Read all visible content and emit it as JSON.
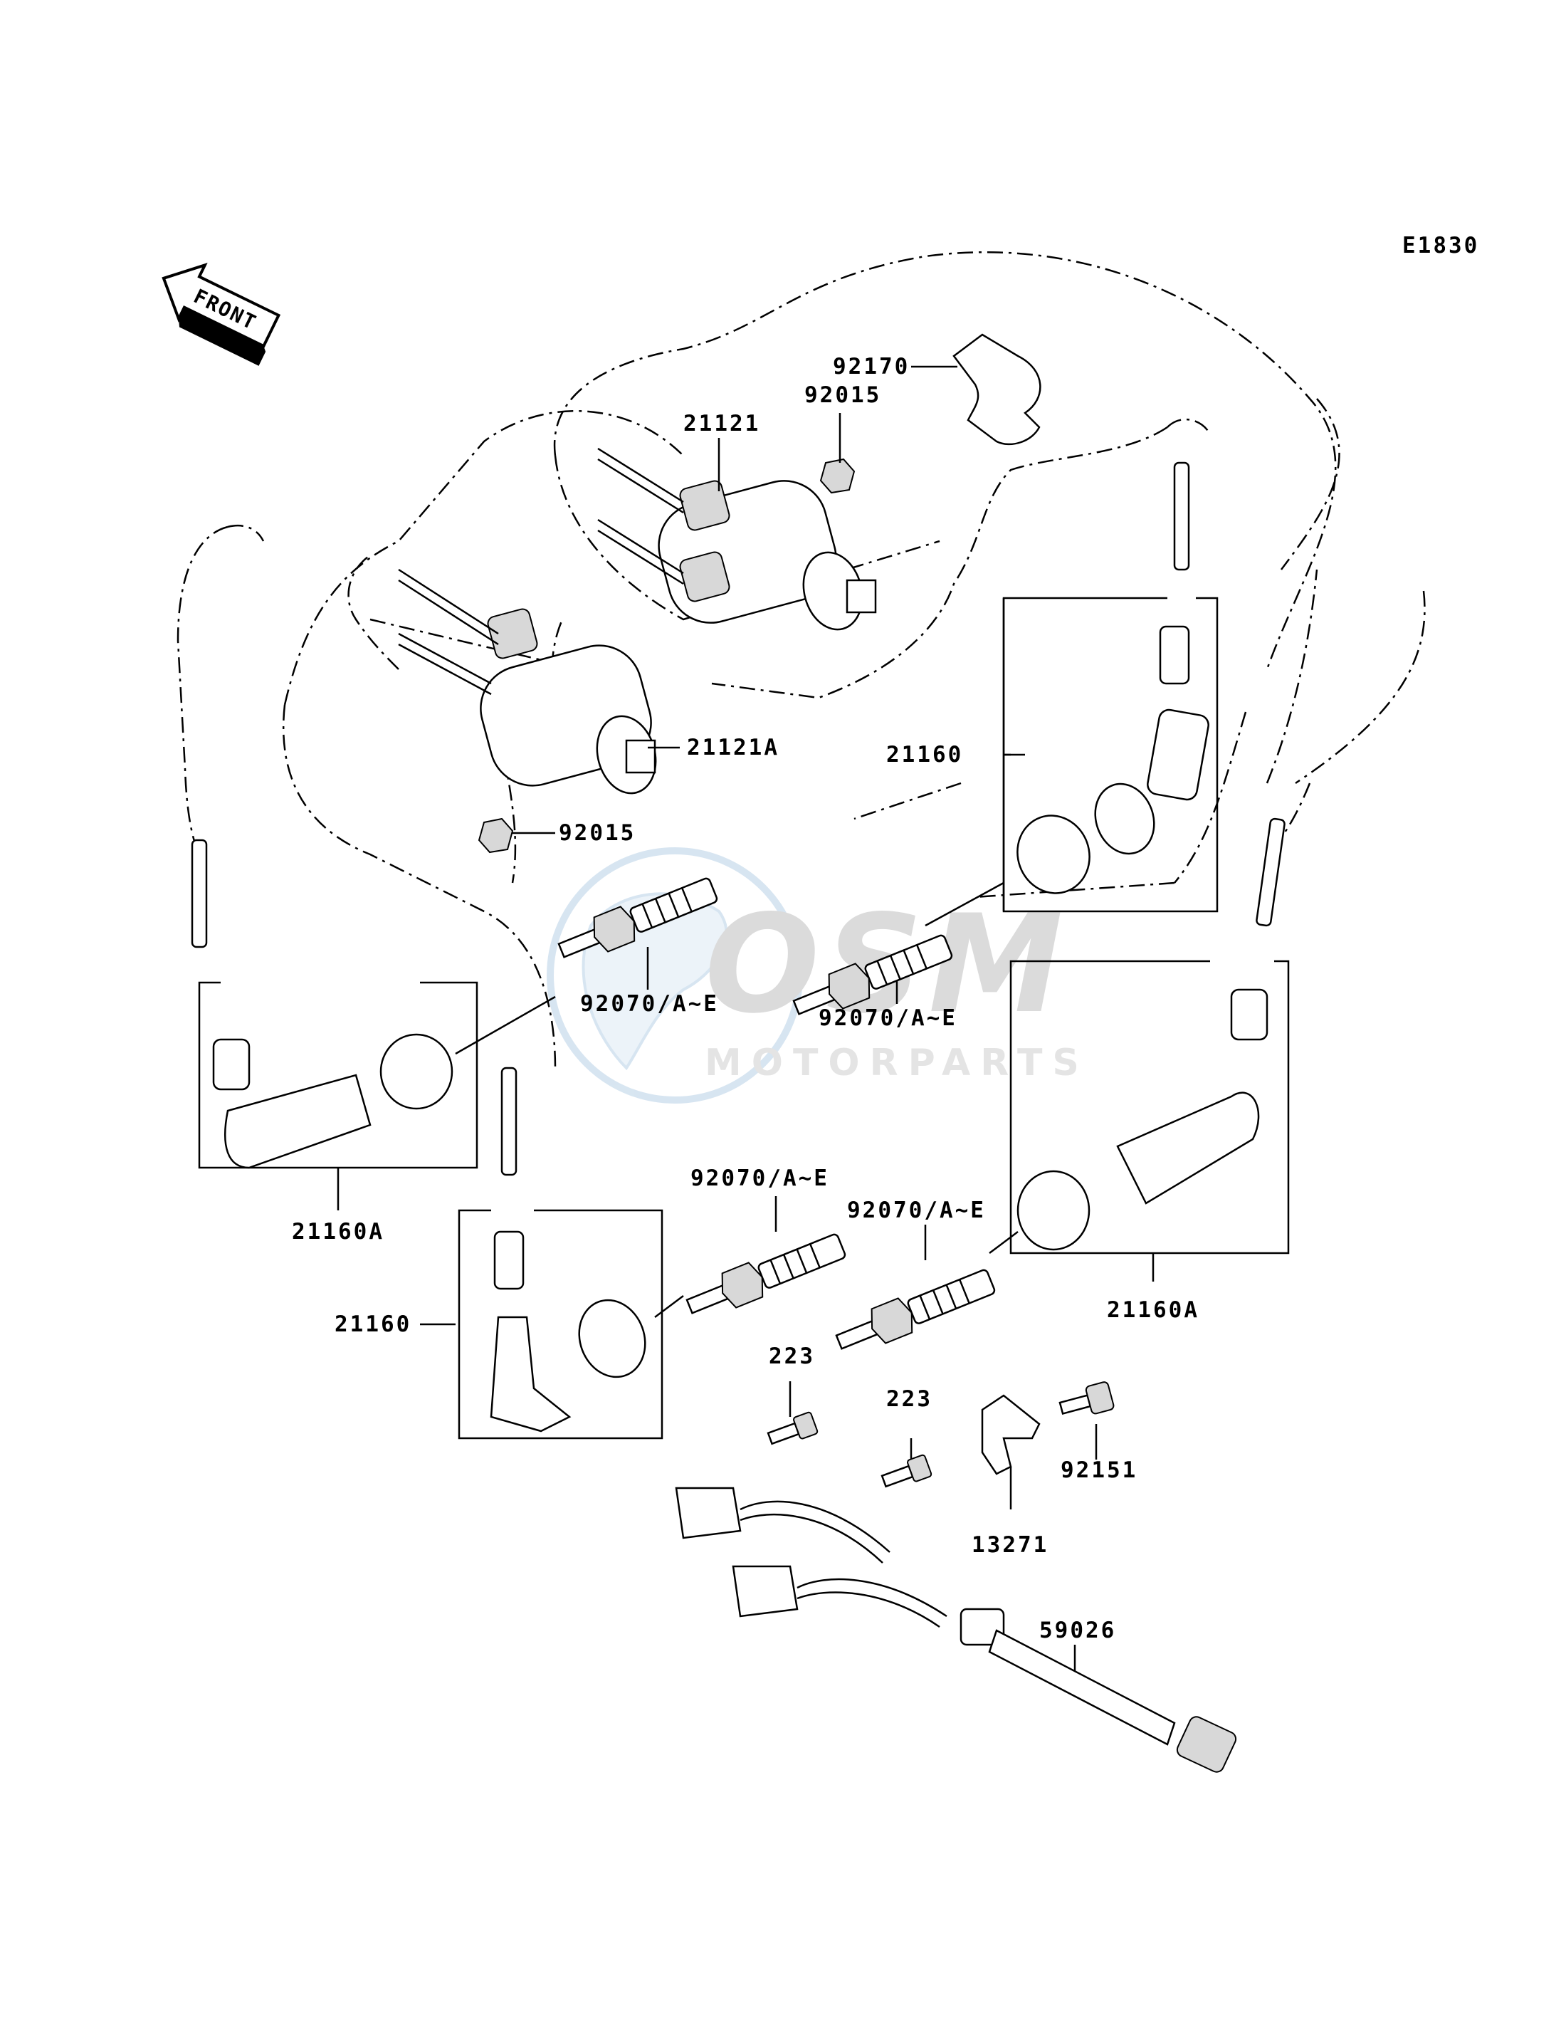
{
  "diagram": {
    "code": "E1830",
    "front_label": "FRONT",
    "watermark": {
      "brand": "OSM",
      "tagline": "MOTORPARTS"
    },
    "callouts": {
      "p92170": "92170",
      "p92015_top": "92015",
      "p21121": "21121",
      "p21121A": "21121A",
      "p92015_bottom": "92015",
      "p21160_right": "21160",
      "p92070_a": "92070/A~E",
      "p92070_b": "92070/A~E",
      "p92070_c": "92070/A~E",
      "p92070_d": "92070/A~E",
      "p21160A_left": "21160A",
      "p21160A_right": "21160A",
      "p21160_left": "21160",
      "p223_a": "223",
      "p223_b": "223",
      "p92151": "92151",
      "p13271": "13271",
      "p59026": "59026"
    }
  }
}
